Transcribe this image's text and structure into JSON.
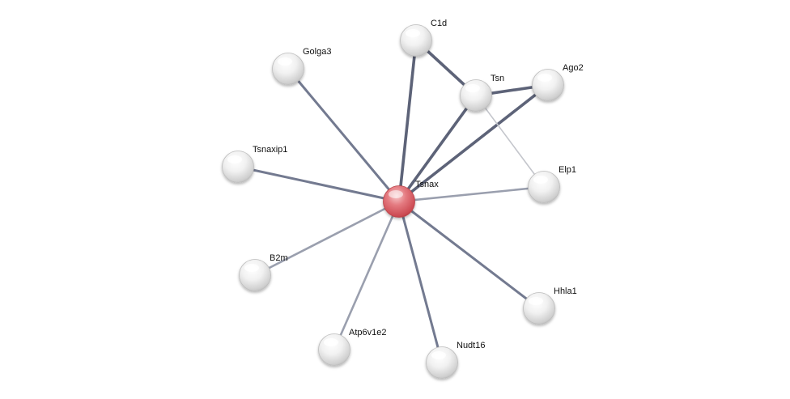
{
  "network": {
    "center": "Tsnax",
    "nodes": [
      {
        "id": "Tsnax",
        "label": "Tsnax",
        "query": true
      },
      {
        "id": "C1d",
        "label": "C1d"
      },
      {
        "id": "Golga3",
        "label": "Golga3"
      },
      {
        "id": "Tsn",
        "label": "Tsn"
      },
      {
        "id": "Ago2",
        "label": "Ago2"
      },
      {
        "id": "Tsnaxip1",
        "label": "Tsnaxip1"
      },
      {
        "id": "Elp1",
        "label": "Elp1"
      },
      {
        "id": "B2m",
        "label": "B2m"
      },
      {
        "id": "Hhla1",
        "label": "Hhla1"
      },
      {
        "id": "Atp6v1e2",
        "label": "Atp6v1e2"
      },
      {
        "id": "Nudt16",
        "label": "Nudt16"
      }
    ],
    "edges": [
      {
        "source": "Tsnax",
        "target": "C1d",
        "strength": "high"
      },
      {
        "source": "Tsnax",
        "target": "Tsn",
        "strength": "high"
      },
      {
        "source": "Tsnax",
        "target": "Ago2",
        "strength": "high"
      },
      {
        "source": "Tsnax",
        "target": "Golga3",
        "strength": "medium"
      },
      {
        "source": "Tsnax",
        "target": "Tsnaxip1",
        "strength": "medium"
      },
      {
        "source": "Tsnax",
        "target": "Elp1",
        "strength": "low"
      },
      {
        "source": "Tsnax",
        "target": "B2m",
        "strength": "low"
      },
      {
        "source": "Tsnax",
        "target": "Hhla1",
        "strength": "medium"
      },
      {
        "source": "Tsnax",
        "target": "Atp6v1e2",
        "strength": "low"
      },
      {
        "source": "Tsnax",
        "target": "Nudt16",
        "strength": "medium"
      },
      {
        "source": "C1d",
        "target": "Tsn",
        "strength": "high"
      },
      {
        "source": "Tsn",
        "target": "Ago2",
        "strength": "high"
      },
      {
        "source": "Tsn",
        "target": "Elp1",
        "strength": "faint"
      }
    ],
    "colors": {
      "query_node": "#d9555c",
      "node": "#d6d6d6",
      "edge_high": "#5d6378",
      "edge_medium": "#737a90",
      "edge_low": "#9a9fae",
      "edge_faint": "#c4c6cc"
    }
  }
}
